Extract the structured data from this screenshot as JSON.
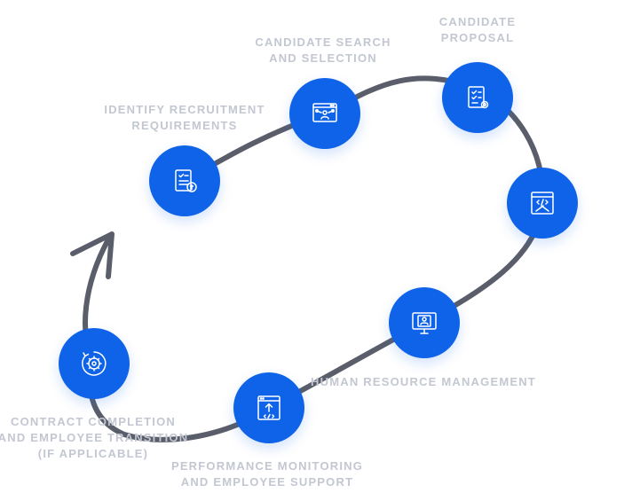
{
  "steps": [
    {
      "label_lines": [
        "IDENTIFY RECRUITMENT",
        "REQUIREMENTS"
      ],
      "icon": "document-list-money-icon"
    },
    {
      "label_lines": [
        "CANDIDATE SEARCH",
        "AND SELECTION"
      ],
      "icon": "browser-network-person-icon"
    },
    {
      "label_lines": [
        "CANDIDATE",
        "PROPOSAL"
      ],
      "icon": "checklist-gear-icon"
    },
    {
      "label_lines": [
        ""
      ],
      "icon": "browser-code-tools-icon"
    },
    {
      "label_lines": [
        "HUMAN RESOURCE MANAGEMENT"
      ],
      "icon": "monitor-profile-icon"
    },
    {
      "label_lines": [
        "PERFORMANCE MONITORING",
        "AND EMPLOYEE SUPPORT"
      ],
      "icon": "browser-upload-code-icon"
    },
    {
      "label_lines": [
        "CONTRACT COMPLETION",
        "AND EMPLOYEE TRANSITION",
        "(IF APPLICABLE)"
      ],
      "icon": "gear-refresh-icon"
    }
  ],
  "colors": {
    "node": "#0E63E9",
    "path": "#5A5E6A",
    "label": "#C3C7D1",
    "icon_stroke": "#ffffff"
  }
}
